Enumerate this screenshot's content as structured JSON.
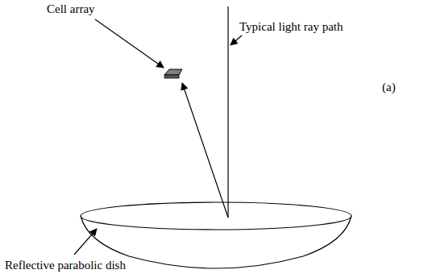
{
  "diagram": {
    "labels": [
      "Cell array",
      "Typical light ray path",
      "(a)",
      "Reflective parabolic dish"
    ]
  }
}
